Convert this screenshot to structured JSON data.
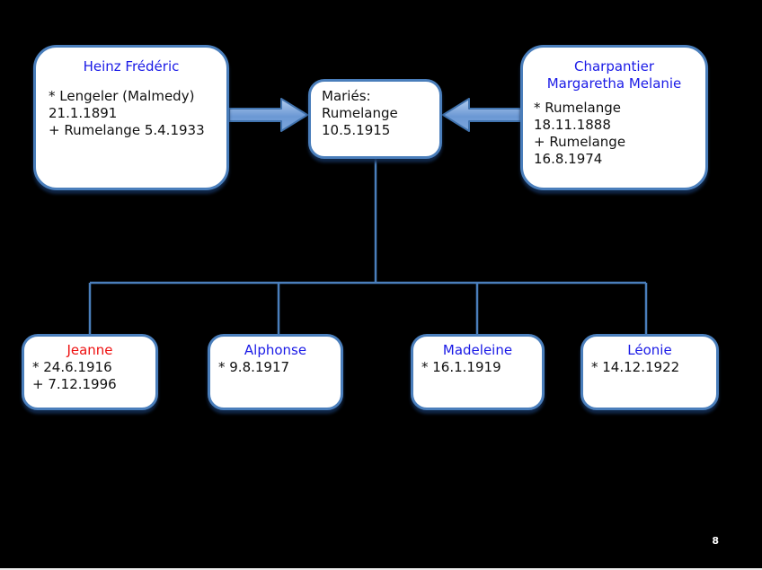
{
  "slide": {
    "page_number": "8"
  },
  "colors": {
    "background": "#000000",
    "box_border": "#4a7ebb",
    "box_shadow": "#122a4e",
    "connector": "#4a7ebb",
    "arrow_outline": "#4173ae",
    "arrow_fill_top": "#b3cdef",
    "arrow_fill_bottom": "#6b98d4",
    "name_blue": "#1a1ae6",
    "name_red": "#ee1111",
    "body_text": "#111111",
    "page_number_color": "#ffffff"
  },
  "family_tree": {
    "father": {
      "name": "Heinz Frédéric",
      "name_color": "#1a1ae6",
      "lines": "* Lengeler (Malmedy)\n21.1.1891\n+ Rumelange 5.4.1933"
    },
    "mother": {
      "name": "Charpantier Margaretha Melanie",
      "name_color": "#1a1ae6",
      "lines": "* Rumelange\n18.11.1888\n+ Rumelange 16.8.1974"
    },
    "marriage": {
      "lines": "Mariés:\nRumelange\n10.5.1915"
    },
    "children": [
      {
        "name": "Jeanne",
        "name_color": "#ee1111",
        "lines": "* 24.6.1916\n+ 7.12.1996"
      },
      {
        "name": "Alphonse",
        "name_color": "#1a1ae6",
        "lines": "* 9.8.1917"
      },
      {
        "name": "Madeleine",
        "name_color": "#1a1ae6",
        "lines": "* 16.1.1919"
      },
      {
        "name": "Léonie",
        "name_color": "#1a1ae6",
        "lines": "* 14.12.1922"
      }
    ]
  }
}
